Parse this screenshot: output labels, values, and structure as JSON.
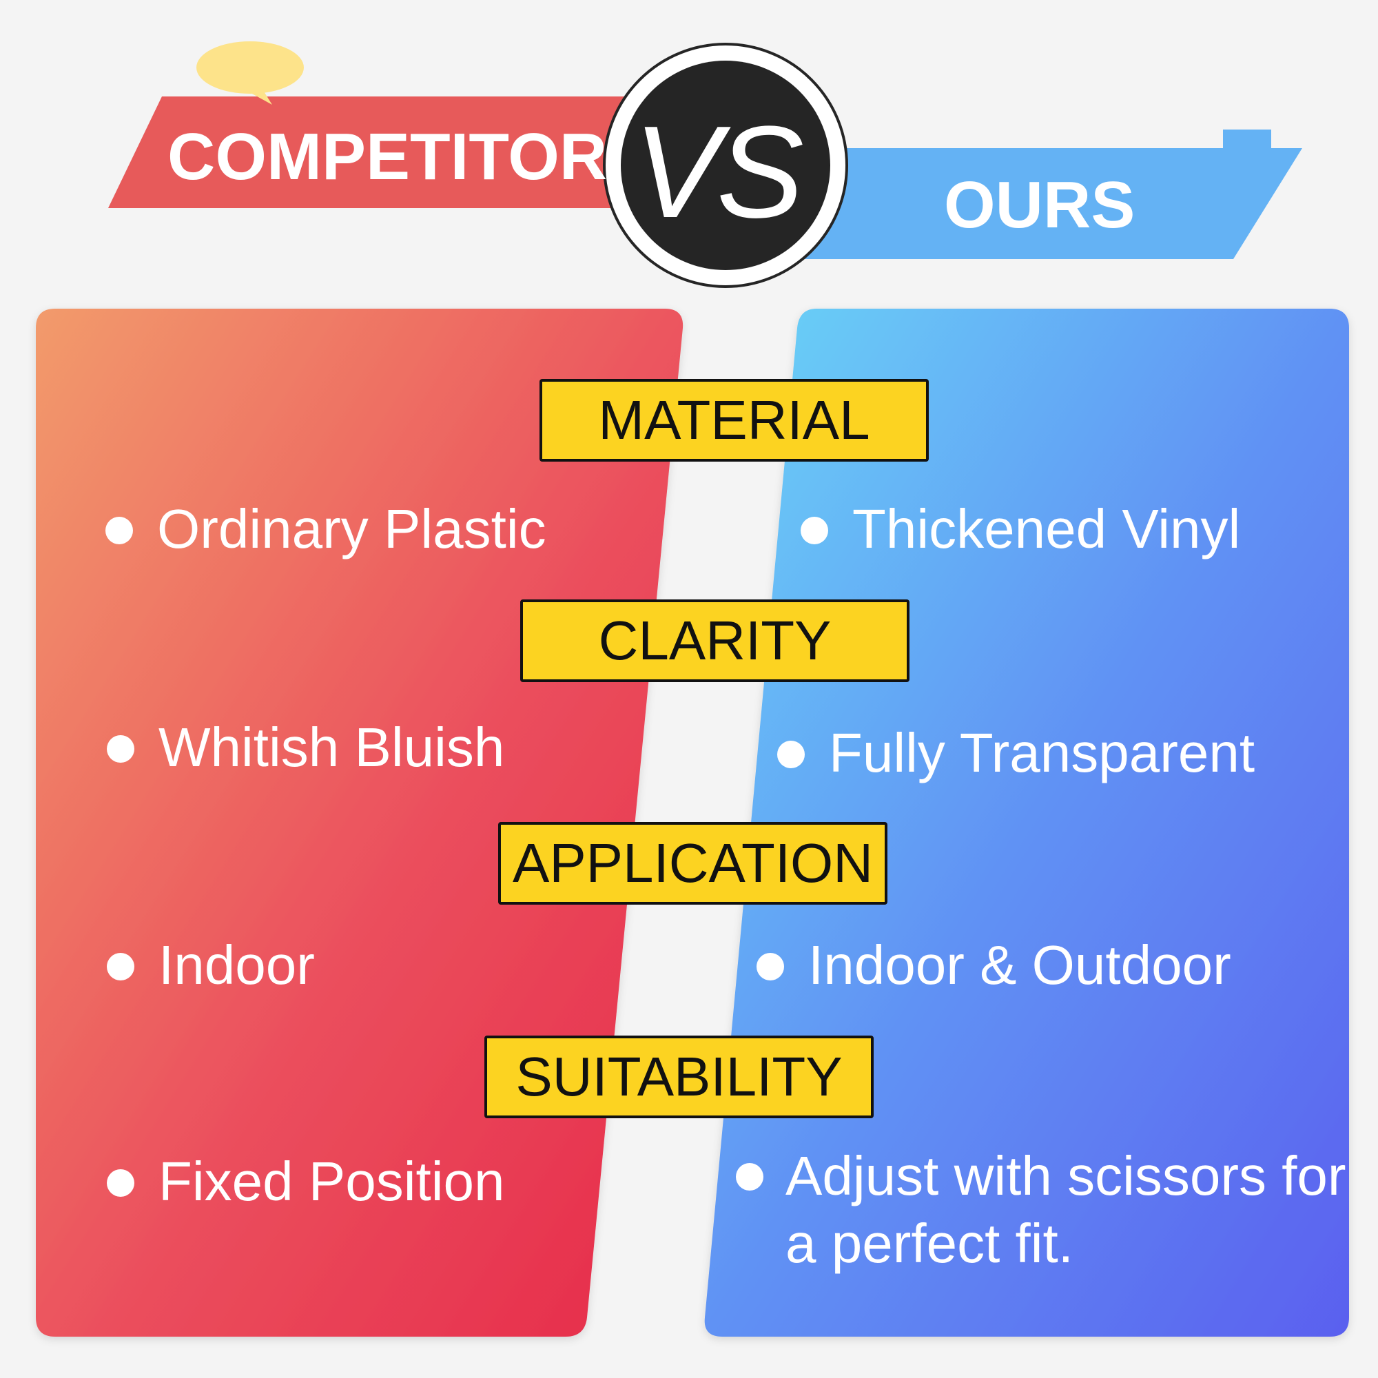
{
  "header": {
    "left_title": "COMPETITOR",
    "center_badge": "VS",
    "right_title": "OURS"
  },
  "colors": {
    "competitor_accent": "#e75a5a",
    "ours_accent": "#64b2f4",
    "label_fill": "#fcd321",
    "badge_fill": "#252525"
  },
  "categories": [
    {
      "label": "MATERIAL",
      "competitor": "Ordinary Plastic",
      "ours": "Thickened Vinyl"
    },
    {
      "label": "CLARITY",
      "competitor": "Whitish Bluish",
      "ours": "Fully Transparent"
    },
    {
      "label": "APPLICATION",
      "competitor": "Indoor",
      "ours": "Indoor & Outdoor"
    },
    {
      "label": "SUITABILITY",
      "competitor": "Fixed Position",
      "ours": "Adjust with scissors for a perfect fit."
    }
  ]
}
